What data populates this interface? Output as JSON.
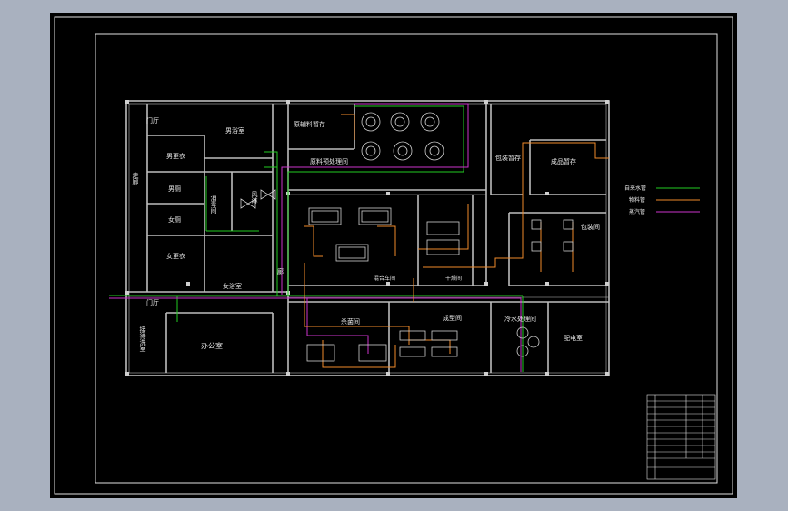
{
  "rooms": {
    "gate_top": "门厅",
    "mens_bath": "男浴室",
    "mens_change": "男更衣",
    "mens_toilet": "男厕",
    "womens_toilet": "女厕",
    "disinfection": "消毒间",
    "air_shower": "风淋",
    "corridor_left": "走廊",
    "womens_change": "女更衣",
    "womens_bath": "女浴室",
    "corridor_mid": "廊",
    "gate_bottom": "门厅",
    "cleaning": "接待洗室",
    "office": "办公室",
    "raw_storage": "原辅料暂存",
    "raw_processing": "原料预处理间",
    "mixing": "混合车间",
    "drying": "干燥间",
    "packaging_storage": "包装暂存",
    "finished_storage": "成品暂存",
    "packaging": "包装间",
    "sterilization": "杀菌间",
    "forming": "成型间",
    "cooling": "冷水处理间",
    "power": "配电室"
  },
  "legend": [
    {
      "label": "自来水管",
      "color": "#22cc22"
    },
    {
      "label": "物料管",
      "color": "#f08a2a"
    },
    {
      "label": "蒸汽管",
      "color": "#cc33cc"
    }
  ],
  "colors": {
    "wall": "#bdbdbd",
    "frame": "#e0e0e0",
    "water": "#22cc22",
    "material": "#f08a2a",
    "steam": "#cc33cc"
  }
}
